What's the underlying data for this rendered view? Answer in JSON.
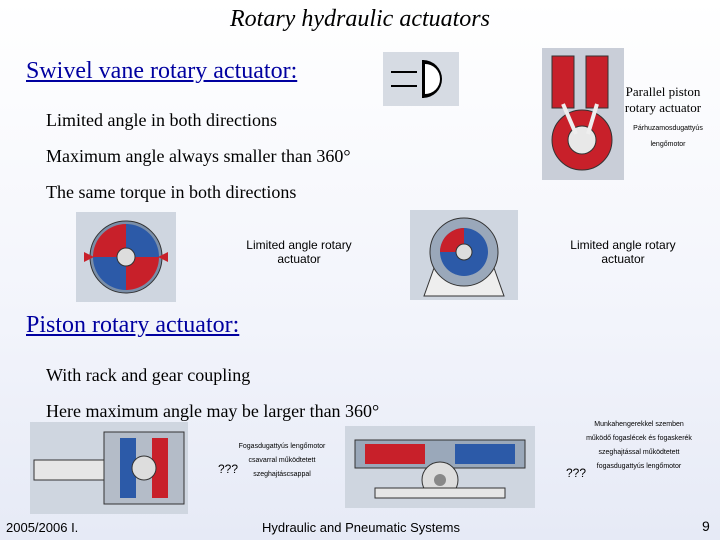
{
  "title": "Rotary hydraulic actuators",
  "section1": {
    "heading": "Swivel vane rotary actuator:",
    "bullets": [
      "Limited angle in both directions",
      "Maximum angle always smaller than 360°",
      "The same torque in both directions"
    ]
  },
  "parallel": {
    "caption": "Parallel piston rotary actuator",
    "sub1": "Párhuzamosdugattyús",
    "sub2": "lengőmotor"
  },
  "limited1": {
    "caption": "Limited angle rotary actuator"
  },
  "limited2": {
    "caption": "Limited angle rotary actuator"
  },
  "section2": {
    "heading": "Piston rotary actuator:",
    "bullets": [
      "With rack and gear coupling",
      "Here maximum angle may be larger than 360°"
    ]
  },
  "bottom_left": {
    "q": "???",
    "l1": "Fogasdugattyús lengőmotor",
    "l2": "csavarral működtetett",
    "l3": "szeghajtáscsappal"
  },
  "bottom_right": {
    "q": "???",
    "l1": "Munkahengerekkel szemben",
    "l2": "működő fogaslécek és fogaskerék",
    "l3": "szeghajtással működtetett",
    "l4": "fogasdugattyús lengőmotor"
  },
  "footer": {
    "left": "2005/2006 I.",
    "center": "Hydraulic and Pneumatic Systems",
    "page": "9"
  }
}
